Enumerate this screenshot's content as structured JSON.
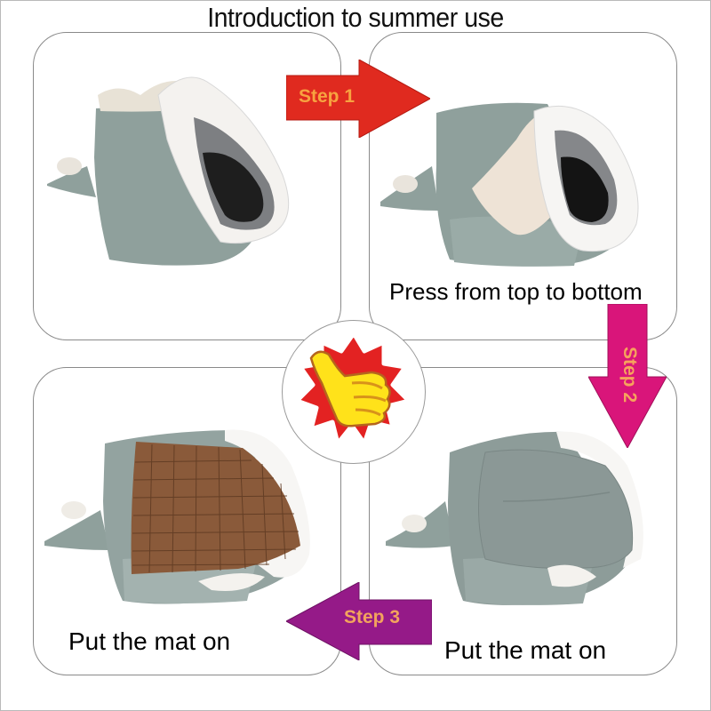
{
  "title": "Introduction to summer use",
  "panels": [
    {
      "id": 1,
      "caption": "",
      "illustration": "shark-cat-bed-closed"
    },
    {
      "id": 2,
      "caption": "Press from top to bottom",
      "illustration": "shark-cat-bed-pressed-down"
    },
    {
      "id": 3,
      "caption": "Put the mat on",
      "illustration": "shark-cat-bed-with-bamboo-mat"
    },
    {
      "id": 4,
      "caption": "Put the mat on",
      "illustration": "shark-cat-bed-with-cushion"
    }
  ],
  "steps": [
    {
      "label": "Step 1",
      "direction": "right",
      "color": "#e02a1f"
    },
    {
      "label": "Step 2",
      "direction": "down",
      "color": "#d9157a"
    },
    {
      "label": "Step 3",
      "direction": "left",
      "color": "#951a88"
    }
  ],
  "badge": {
    "icon": "thumbs-up-icon",
    "burst_color": "#e32222",
    "hand_color": "#ffe21a"
  },
  "colors": {
    "bed_gray": "#8fa09c",
    "bed_white": "#f3f1ee",
    "bed_inner_dark": "#1e1e1e",
    "mat_brown": "#8a5a3a"
  }
}
